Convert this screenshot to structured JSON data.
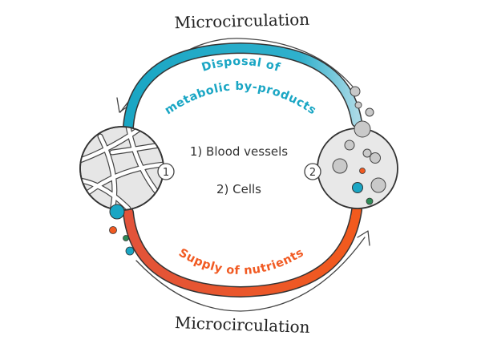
{
  "title_top": "Microcirculation",
  "title_bottom": "Microcirculation",
  "arc_top": {
    "line1": "Disposal of",
    "line2": "metabolic by-products"
  },
  "arc_bottom": {
    "label": "Supply of nutrients"
  },
  "legend": {
    "item1": "1) Blood vessels",
    "item2": "2) Cells"
  },
  "nodes": {
    "vessels_number": "1",
    "cells_number": "2"
  },
  "colors": {
    "blue": "#1aa6c4",
    "blue_light": "#a9d9e6",
    "orange": "#f15a22",
    "green": "#2e8b57",
    "dot_grey": "#c7c7c7",
    "ink": "#333333",
    "disc_fill": "#e8e8e8"
  }
}
